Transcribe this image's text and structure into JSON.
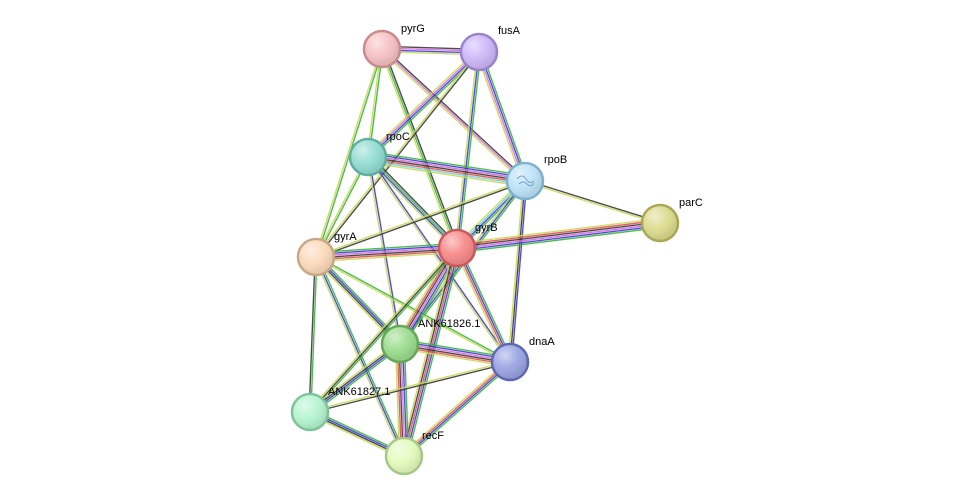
{
  "network": {
    "nodes": [
      {
        "id": "pyrG",
        "label": "pyrG",
        "fill": "#f6c1c3",
        "stroke": "#c98a8c"
      },
      {
        "id": "fusA",
        "label": "fusA",
        "fill": "#cdb8f8",
        "stroke": "#9a82cc"
      },
      {
        "id": "rpoC",
        "label": "rpoC",
        "fill": "#93ddd2",
        "stroke": "#5fae9f"
      },
      {
        "id": "rpoB",
        "label": "rpoB",
        "fill": "#bde3f7",
        "stroke": "#7fb2cf"
      },
      {
        "id": "parC",
        "label": "parC",
        "fill": "#dcdb8e",
        "stroke": "#a9a857"
      },
      {
        "id": "gyrA",
        "label": "gyrA",
        "fill": "#fbdabb",
        "stroke": "#c9a887"
      },
      {
        "id": "gyrB",
        "label": "gyrB",
        "fill": "#f88a8a",
        "stroke": "#c9595a"
      },
      {
        "id": "ANK61826.1",
        "label": "ANK61826.1",
        "fill": "#9cdc8e",
        "stroke": "#63a857"
      },
      {
        "id": "dnaA",
        "label": "dnaA",
        "fill": "#9aa4e2",
        "stroke": "#5e67b3"
      },
      {
        "id": "ANK61827.1",
        "label": "ANK61827.1",
        "fill": "#b5f5d0",
        "stroke": "#7fc39c"
      },
      {
        "id": "recF",
        "label": "recF",
        "fill": "#e3fbbd",
        "stroke": "#a9c887"
      }
    ],
    "edges": [
      {
        "source": "pyrG",
        "target": "fusA",
        "colors": [
          "#3a3a3a",
          "#d86ad8",
          "#3b3bd6",
          "#c8d85a"
        ]
      },
      {
        "source": "pyrG",
        "target": "rpoC",
        "colors": [
          "#3bb53b",
          "#c8d85a"
        ]
      },
      {
        "source": "pyrG",
        "target": "rpoB",
        "colors": [
          "#3a3a3a",
          "#d86ad8",
          "#c8d85a"
        ]
      },
      {
        "source": "pyrG",
        "target": "gyrA",
        "colors": [
          "#3bb53b",
          "#c8d85a"
        ]
      },
      {
        "source": "pyrG",
        "target": "gyrB",
        "colors": [
          "#3a3a3a",
          "#3bb53b",
          "#c8d85a"
        ]
      },
      {
        "source": "fusA",
        "target": "rpoC",
        "colors": [
          "#3bb53b",
          "#3b3bd6",
          "#d86ad8",
          "#c8d85a"
        ]
      },
      {
        "source": "fusA",
        "target": "rpoB",
        "colors": [
          "#3bb53b",
          "#3b3bd6",
          "#d86ad8",
          "#c8d85a"
        ]
      },
      {
        "source": "fusA",
        "target": "gyrA",
        "colors": [
          "#3a3a3a",
          "#c8d85a"
        ]
      },
      {
        "source": "fusA",
        "target": "gyrB",
        "colors": [
          "#3bb53b",
          "#3b3bd6",
          "#c8d85a"
        ]
      },
      {
        "source": "rpoC",
        "target": "rpoB",
        "colors": [
          "#3bb53b",
          "#3b3bd6",
          "#d86ad8",
          "#3a3a3a",
          "#e05050",
          "#6fd1e0",
          "#c8d85a"
        ]
      },
      {
        "source": "rpoC",
        "target": "gyrA",
        "colors": [
          "#3bb53b",
          "#c8d85a"
        ]
      },
      {
        "source": "rpoC",
        "target": "gyrB",
        "colors": [
          "#3a3a3a",
          "#3bb53b",
          "#3b3bd6",
          "#c8d85a"
        ]
      },
      {
        "source": "rpoC",
        "target": "ANK61826.1",
        "colors": [
          "#3b3bd6",
          "#c8d85a"
        ]
      },
      {
        "source": "rpoC",
        "target": "dnaA",
        "colors": [
          "#3b3bd6",
          "#c8d85a"
        ]
      },
      {
        "source": "rpoB",
        "target": "parC",
        "colors": [
          "#3a3a3a",
          "#c8d85a"
        ]
      },
      {
        "source": "rpoB",
        "target": "gyrA",
        "colors": [
          "#3a3a3a",
          "#c8d85a"
        ]
      },
      {
        "source": "rpoB",
        "target": "gyrB",
        "colors": [
          "#3bb53b",
          "#3b3bd6",
          "#6fd1e0",
          "#c8d85a"
        ]
      },
      {
        "source": "rpoB",
        "target": "ANK61826.1",
        "colors": [
          "#3bb53b",
          "#3b3bd6",
          "#c8d85a"
        ]
      },
      {
        "source": "rpoB",
        "target": "dnaA",
        "colors": [
          "#3b3bd6",
          "#3a3a3a",
          "#c8d85a"
        ]
      },
      {
        "source": "parC",
        "target": "gyrB",
        "colors": [
          "#3bb53b",
          "#3b3bd6",
          "#d86ad8",
          "#3a3a3a",
          "#e05050",
          "#c8d85a"
        ]
      },
      {
        "source": "gyrA",
        "target": "gyrB",
        "colors": [
          "#3bb53b",
          "#3b3bd6",
          "#d86ad8",
          "#3a3a3a",
          "#e05050",
          "#c8d85a"
        ]
      },
      {
        "source": "gyrA",
        "target": "ANK61826.1",
        "colors": [
          "#3bb53b",
          "#3b3bd6",
          "#3a3a3a",
          "#c8d85a"
        ]
      },
      {
        "source": "gyrA",
        "target": "dnaA",
        "colors": [
          "#3bb53b",
          "#c8d85a"
        ]
      },
      {
        "source": "gyrA",
        "target": "ANK61827.1",
        "colors": [
          "#3bb53b",
          "#3a3a3a"
        ]
      },
      {
        "source": "gyrA",
        "target": "recF",
        "colors": [
          "#3bb53b",
          "#3b3bd6",
          "#c8d85a"
        ]
      },
      {
        "source": "gyrB",
        "target": "ANK61826.1",
        "colors": [
          "#3bb53b",
          "#3b3bd6",
          "#d86ad8",
          "#3a3a3a",
          "#e05050",
          "#c8d85a"
        ]
      },
      {
        "source": "gyrB",
        "target": "dnaA",
        "colors": [
          "#3bb53b",
          "#3b3bd6",
          "#e05050",
          "#c8d85a"
        ]
      },
      {
        "source": "gyrB",
        "target": "ANK61827.1",
        "colors": [
          "#3bb53b",
          "#3a3a3a",
          "#c8d85a"
        ]
      },
      {
        "source": "gyrB",
        "target": "recF",
        "colors": [
          "#3bb53b",
          "#3b3bd6",
          "#e05050",
          "#3a3a3a",
          "#c8d85a"
        ]
      },
      {
        "source": "ANK61826.1",
        "target": "dnaA",
        "colors": [
          "#3bb53b",
          "#3b3bd6",
          "#d86ad8",
          "#3a3a3a",
          "#e05050",
          "#c8d85a"
        ]
      },
      {
        "source": "ANK61826.1",
        "target": "ANK61827.1",
        "colors": [
          "#3bb53b",
          "#3b3bd6",
          "#3a3a3a",
          "#c8d85a"
        ]
      },
      {
        "source": "ANK61826.1",
        "target": "recF",
        "colors": [
          "#3bb53b",
          "#3b3bd6",
          "#d86ad8",
          "#3a3a3a",
          "#e05050",
          "#c8d85a"
        ]
      },
      {
        "source": "dnaA",
        "target": "ANK61827.1",
        "colors": [
          "#3a3a3a",
          "#c8d85a"
        ]
      },
      {
        "source": "dnaA",
        "target": "recF",
        "colors": [
          "#3bb53b",
          "#3b3bd6",
          "#e05050",
          "#c8d85a"
        ]
      },
      {
        "source": "ANK61827.1",
        "target": "recF",
        "colors": [
          "#3bb53b",
          "#3b3bd6",
          "#3a3a3a",
          "#c8d85a"
        ]
      }
    ]
  }
}
